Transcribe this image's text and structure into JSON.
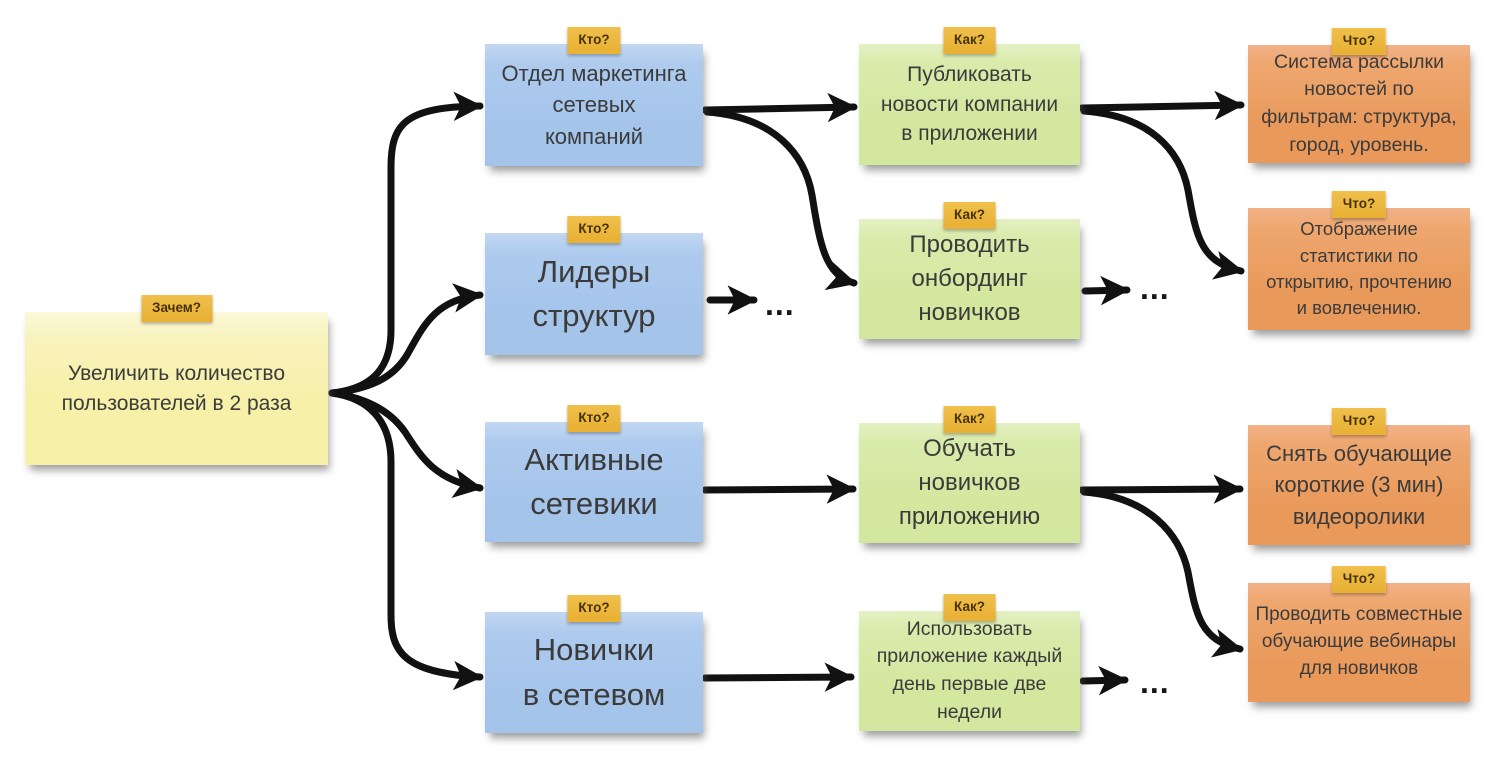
{
  "palette": {
    "background": "#ffffff",
    "goal_note": "#f6f0a8",
    "actor_note": "#a5c4ea",
    "impact_note": "#d3e79e",
    "deliverable_note": "#e9995a",
    "tag_background": "#e9b237",
    "tag_text": "#463200",
    "arrow": "#111111",
    "note_text": "#3b3b3b"
  },
  "goal": {
    "tag": "Зачем?",
    "text": "Увеличить количество\nпользователей в 2 раза"
  },
  "actors": [
    {
      "tag": "Кто?",
      "text": "Отдел маркетинга\nсетевых\nкомпаний"
    },
    {
      "tag": "Кто?",
      "text": "Лидеры\nструктур"
    },
    {
      "tag": "Кто?",
      "text": "Активные\nсетевики"
    },
    {
      "tag": "Кто?",
      "text": "Новички\nв сетевом"
    }
  ],
  "impacts": [
    {
      "tag": "Как?",
      "text": "Публиковать\nновости компании\nв приложении"
    },
    {
      "tag": "Как?",
      "text": "Проводить\nонбординг\nновичков"
    },
    {
      "tag": "Как?",
      "text": "Обучать\nновичков\nприложению"
    },
    {
      "tag": "Как?",
      "text": "Использовать\nприложение каждый\nдень первые две\nнедели"
    }
  ],
  "deliverables": [
    {
      "tag": "Что?",
      "text": "Система рассылки\nновостей по\nфильтрам: структура,\nгород, уровень."
    },
    {
      "tag": "Что?",
      "text": "Отображение\nстатистики по\nоткрытию, прочтению\nи вовлечению."
    },
    {
      "tag": "Что?",
      "text": "Снять обучающие\nкороткие (3 мин)\nвидеоролики"
    },
    {
      "tag": "Что?",
      "text": "Проводить совместные\nобучающие вебинары\nдля новичков"
    }
  ],
  "ellipses": [
    {
      "text": "..."
    },
    {
      "text": "..."
    },
    {
      "text": "..."
    }
  ]
}
